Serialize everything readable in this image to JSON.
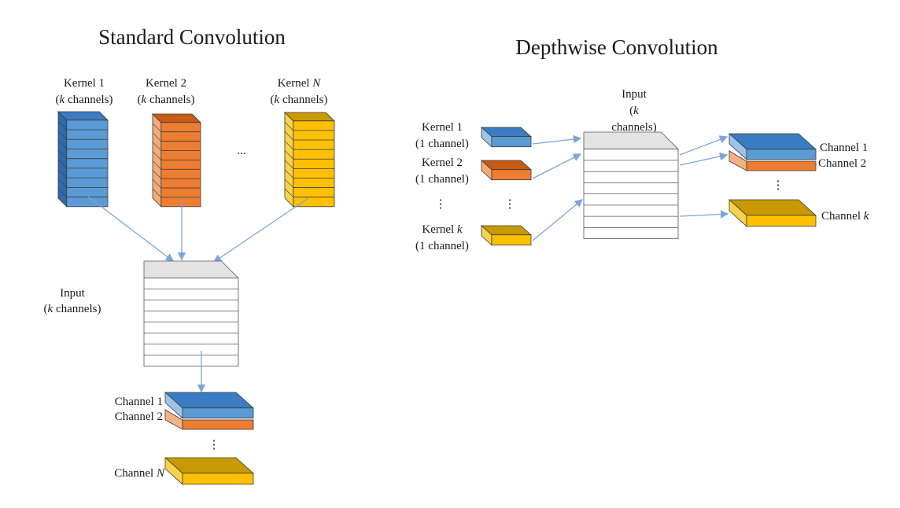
{
  "colors": {
    "blue": [
      "#5b9bd5",
      "#3a7cc2",
      "#2e6aab"
    ],
    "orange": [
      "#ed7d31",
      "#c75a14",
      "#f4a97a"
    ],
    "yellow": [
      "#ffc000",
      "#c99a00",
      "#f7d24a"
    ],
    "gray": [
      "#ffffff",
      "#e3e3e3",
      "#ffffff"
    ],
    "arrow": "#7aa6d8"
  },
  "standard": {
    "title": "Standard Convolution",
    "kernels": [
      {
        "line1": "Kernel 1",
        "line2": "(",
        "k": "k",
        "line2_rest": " channels)"
      },
      {
        "line1": "Kernel 2",
        "line2": "(",
        "k": "k",
        "line2_rest": " channels)"
      },
      {
        "line1": "Kernel ",
        "n": "N",
        "line2": "(",
        "k": "k",
        "line2_rest": " channels)"
      }
    ],
    "ellipsis": "...",
    "input": {
      "line1": "Input",
      "line2": "(",
      "k": "k",
      "line2_rest": " channels)"
    },
    "outputs": [
      "Channel 1",
      "Channel 2"
    ],
    "output_dots": "⋮",
    "output_last": "Channel ",
    "output_last_var": "N"
  },
  "depthwise": {
    "title": "Depthwise Convolution",
    "kernels": [
      {
        "line1": "Kernel 1",
        "line2": "(1 channel)"
      },
      {
        "line1": "Kernel 2",
        "line2": "(1 channel)"
      },
      {
        "line1": "Kernel ",
        "var": "k",
        "line2": "(1 channel)"
      }
    ],
    "dots": "⋮",
    "input": {
      "line1": "Input",
      "line2": "(",
      "k": "k",
      "line2_rest": ")",
      "line3": "channels)"
    },
    "outputs": [
      "Channel 1",
      "Channel 2"
    ],
    "output_dots": "⋮",
    "output_last": "Channel ",
    "output_last_var": "k"
  }
}
